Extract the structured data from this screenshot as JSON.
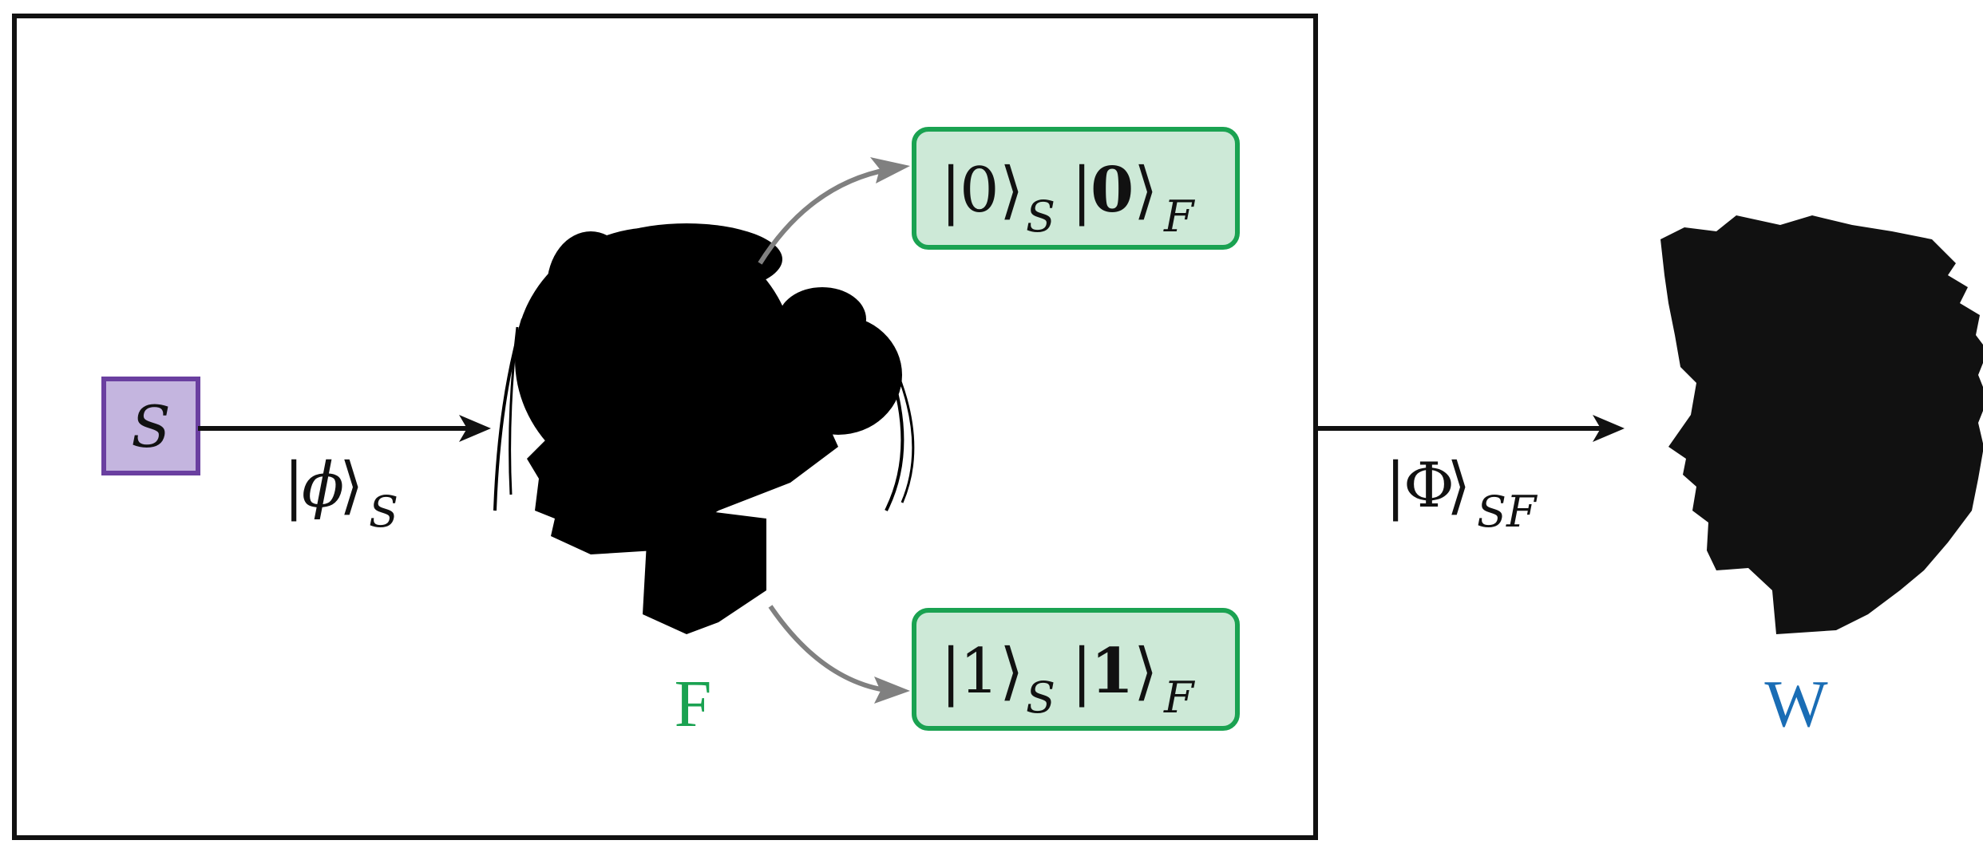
{
  "diagram": {
    "system_label": "S",
    "input_state": {
      "bar": "|",
      "symbol": "ϕ",
      "bracket": "⟩",
      "subscript": "S"
    },
    "branch_top": {
      "sys_bar": "|",
      "sys_value": "0",
      "sys_bracket": "⟩",
      "sys_subscript": "S",
      "friend_bar": "|",
      "friend_value": "0",
      "friend_bracket": "⟩",
      "friend_subscript": "F"
    },
    "branch_bottom": {
      "sys_bar": "|",
      "sys_value": "1",
      "sys_bracket": "⟩",
      "sys_subscript": "S",
      "friend_bar": "|",
      "friend_value": "1",
      "friend_bracket": "⟩",
      "friend_subscript": "F"
    },
    "friend_label": "F",
    "output_state": {
      "bar": "|",
      "symbol": "Φ",
      "bracket": "⟩",
      "subscript": "SF"
    },
    "wigner_label": "W",
    "icons": [
      "woman-silhouette-icon",
      "man-silhouette-icon"
    ],
    "colors": {
      "system_fill": "#c4b5df",
      "system_border": "#6a3fa0",
      "branch_fill": "#cde9d7",
      "branch_border": "#1aa251",
      "friend_label": "#1aa251",
      "wigner_label": "#1a6db5",
      "curve_arrow": "#808080",
      "line": "#111111"
    }
  }
}
